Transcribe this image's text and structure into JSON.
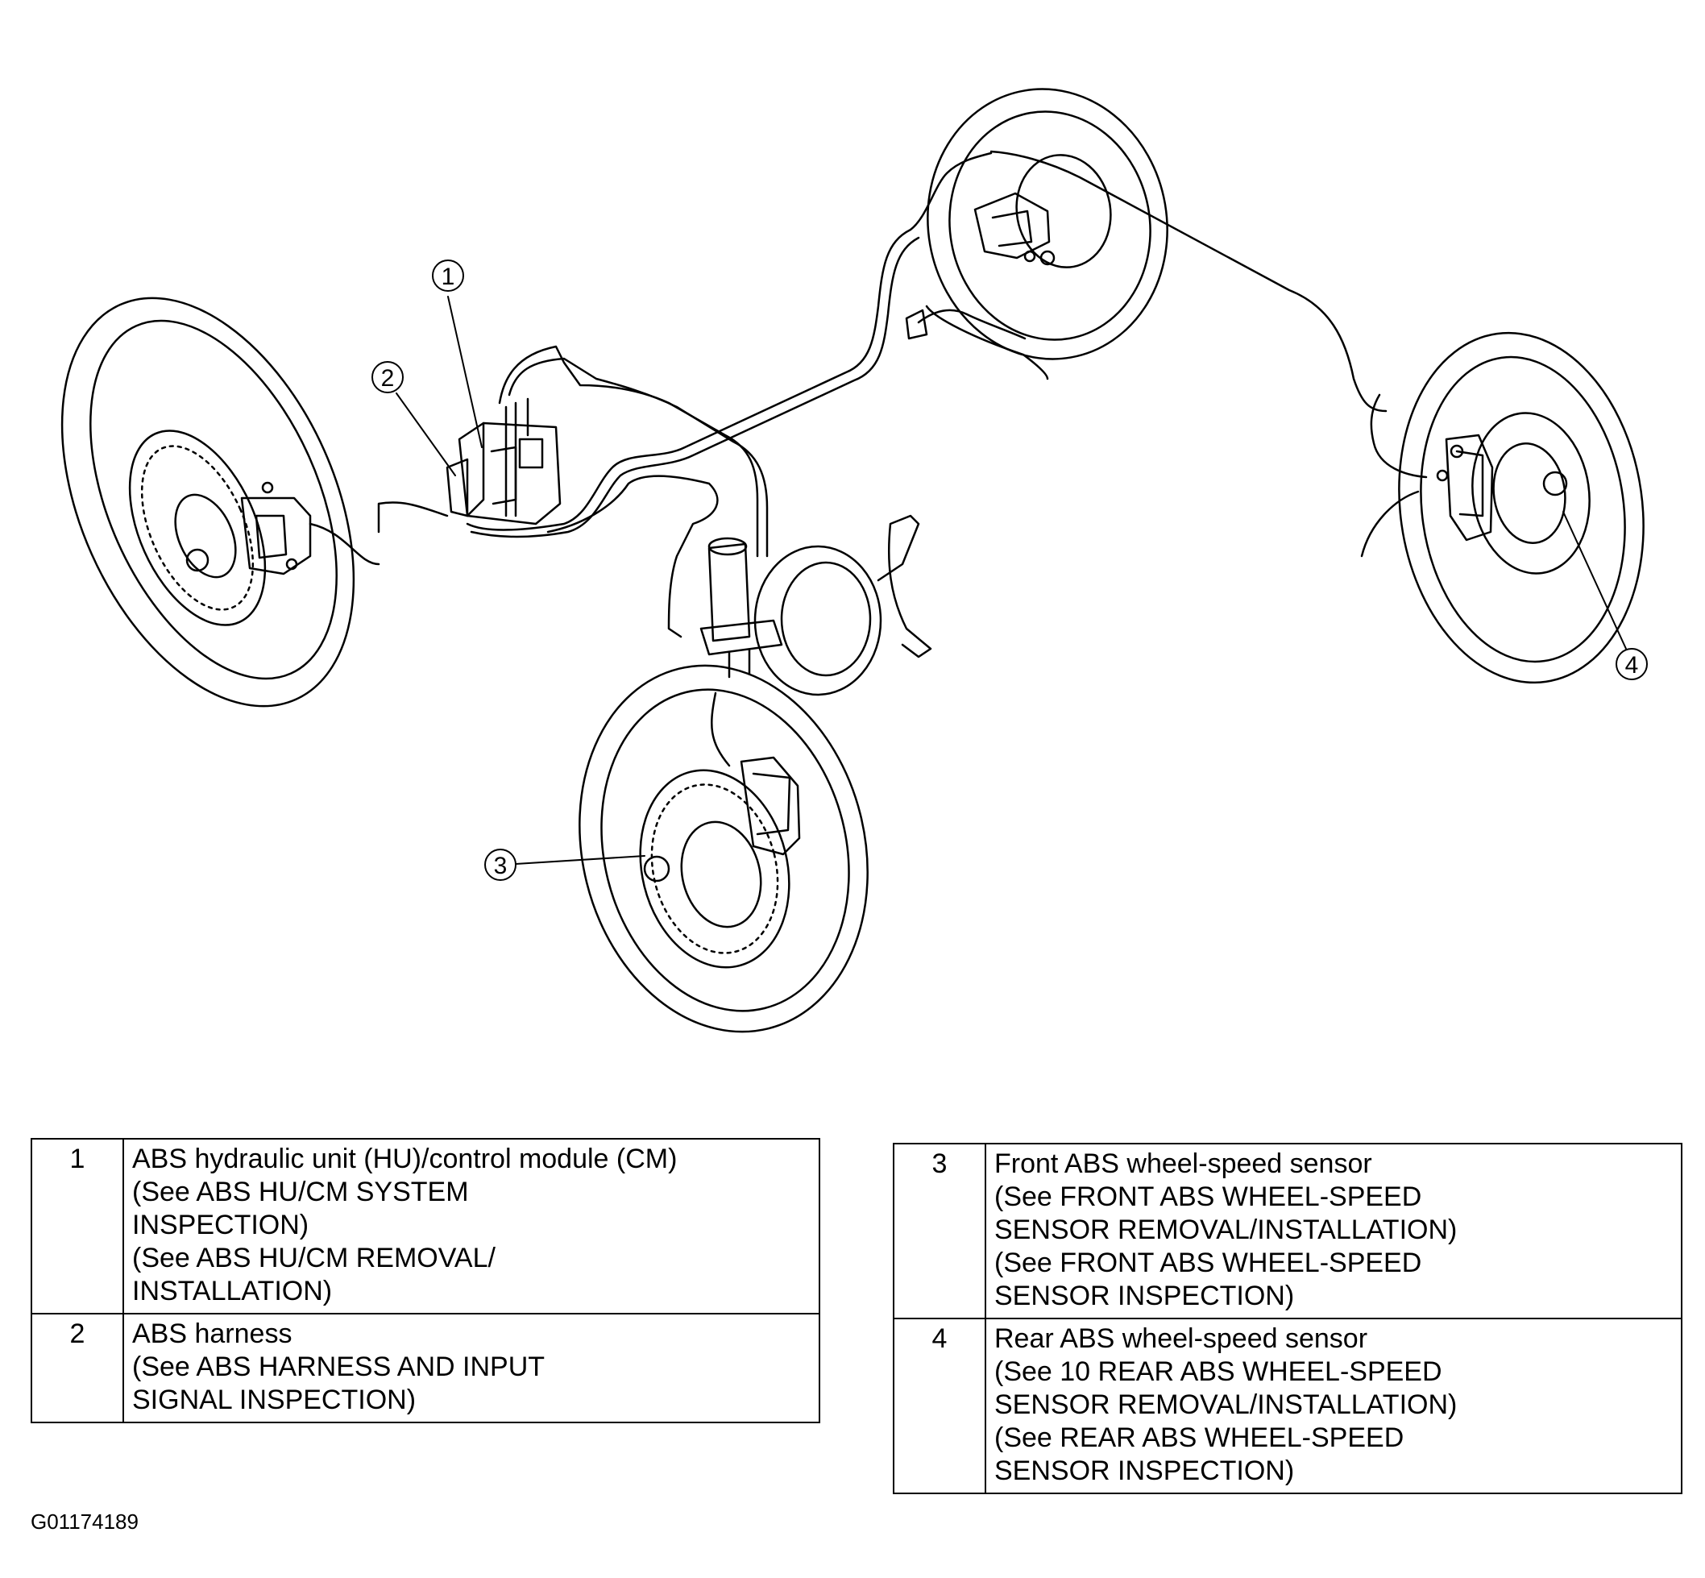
{
  "diagram": {
    "callouts": [
      "1",
      "2",
      "3",
      "4"
    ]
  },
  "legend": {
    "left": [
      {
        "num": "1",
        "lines": [
          "ABS hydraulic unit (HU)/control module (CM)",
          "(See ABS HU/CM SYSTEM",
          "INSPECTION)",
          "(See ABS HU/CM REMOVAL/",
          "INSTALLATION)"
        ]
      },
      {
        "num": "2",
        "lines": [
          "ABS harness",
          "(See ABS HARNESS AND INPUT",
          "SIGNAL INSPECTION)"
        ]
      }
    ],
    "right": [
      {
        "num": "3",
        "lines": [
          "Front ABS wheel-speed sensor",
          "(See FRONT ABS WHEEL-SPEED",
          "SENSOR REMOVAL/INSTALLATION)",
          "(See FRONT ABS WHEEL-SPEED",
          "SENSOR INSPECTION)"
        ]
      },
      {
        "num": "4",
        "lines": [
          "Rear ABS wheel-speed sensor",
          "(See 10 REAR ABS WHEEL-SPEED",
          "SENSOR REMOVAL/INSTALLATION)",
          "(See REAR ABS WHEEL-SPEED",
          "SENSOR INSPECTION)"
        ]
      }
    ]
  },
  "figure_id": "G01174189"
}
